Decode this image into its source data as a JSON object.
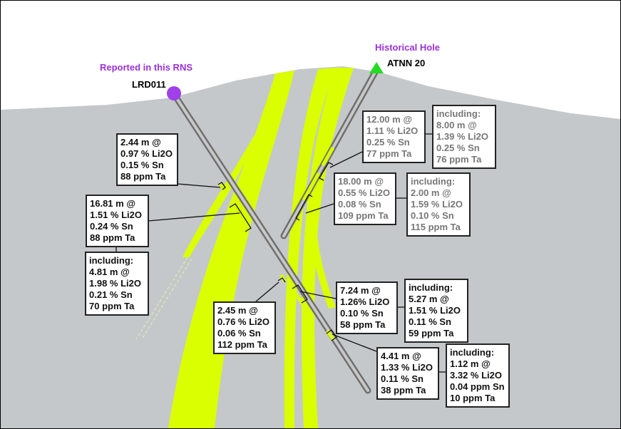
{
  "labels": {
    "reported": "Reported in this RNS",
    "historical": "Historical Hole",
    "hole_lrd": "LRD011",
    "hole_atnn": "ATNN 20"
  },
  "colors": {
    "ground": "#c4c8cb",
    "vein": "#d9ff00",
    "reported_marker": "#a040e8",
    "historical_marker": "#22dd22",
    "drill": "#9a9a9a"
  },
  "intercepts": [
    {
      "lines": [
        "2.44 m @",
        "0.97 % Li2O",
        "0.15 % Sn",
        "88 ppm Ta"
      ]
    },
    {
      "lines": [
        "16.81 m @",
        "1.51 % Li2O",
        "0.24 % Sn",
        "88 ppm Ta"
      ]
    },
    {
      "lines": [
        "including:",
        "4.81 m  @",
        "1.98 % Li2O",
        "0.21 % Sn",
        "70 ppm Ta"
      ]
    },
    {
      "lines": [
        "2.45 m @",
        "0.76 % Li2O",
        "0.06 % Sn",
        "112 ppm Ta"
      ]
    },
    {
      "lines": [
        "7.24 m @",
        "1.26% Li2O",
        "0.10 % Sn",
        "58 ppm Ta"
      ]
    },
    {
      "lines": [
        "including:",
        "5.27 m @",
        "1.51 % Li2O",
        "0.11 % Sn",
        "59 ppm Ta"
      ]
    },
    {
      "lines": [
        "4.41 m @",
        "1.33 % Li2O",
        "0.11 % Sn",
        "38 ppm Ta"
      ]
    },
    {
      "lines": [
        "including:",
        "1.12 m @",
        "3.32 % Li2O",
        "0.04 ppm Sn",
        "10 ppm Ta"
      ]
    },
    {
      "lines": [
        "12.00 m @",
        "1.11 % Li2O",
        "0.25 % Sn",
        "77 ppm Ta"
      ]
    },
    {
      "lines": [
        "including:",
        "8.00 m @",
        "1.39 % Li2O",
        "0.25 % Sn",
        "76 ppm Ta"
      ]
    },
    {
      "lines": [
        "18.00 m @",
        "0.55 % Li2O",
        "0.08 % Sn",
        "109 ppm Ta"
      ]
    },
    {
      "lines": [
        "including:",
        "2.00 m @",
        "1.59 % Li2O",
        "0.10 % Sn",
        "115 ppm Ta"
      ]
    }
  ]
}
